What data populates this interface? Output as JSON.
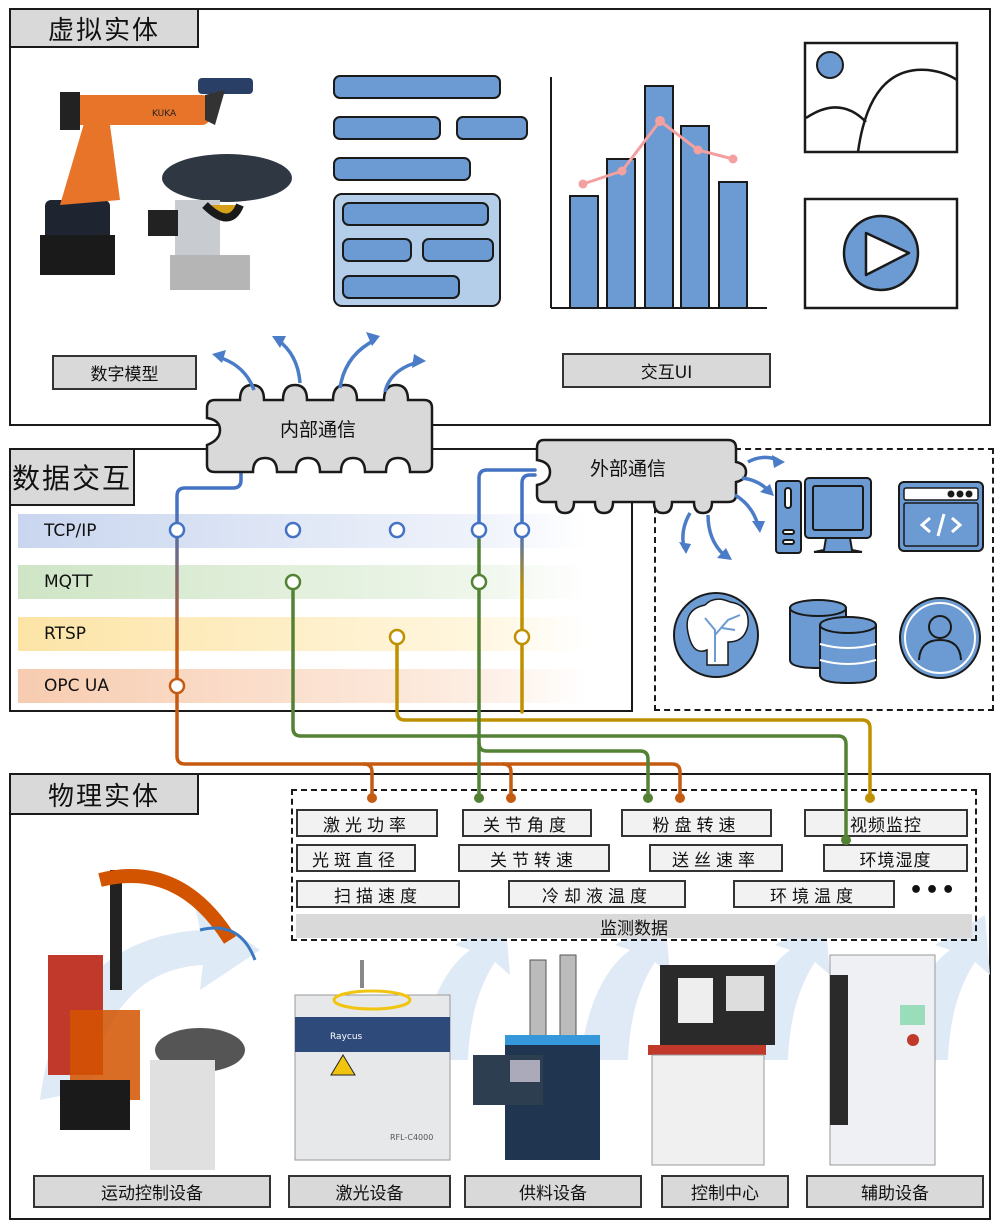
{
  "virtual": {
    "title": "虚拟实体",
    "digital_model_label": "数字模型",
    "ui_label": "交互UI",
    "robot_logo": "KUKA"
  },
  "comm": {
    "internal": "内部通信",
    "external": "外部通信"
  },
  "data_interaction": {
    "title": "数据交互",
    "protocols": [
      {
        "name": "TCP/IP",
        "color": "#4472c4"
      },
      {
        "name": "MQTT",
        "color": "#548235"
      },
      {
        "name": "RTSP",
        "color": "#bf9000"
      },
      {
        "name": "OPC UA",
        "color": "#c55a11"
      }
    ]
  },
  "external_services": [
    "computer-icon",
    "web-code-icon",
    "ai-brain-icon",
    "database-icon",
    "user-icon"
  ],
  "physical": {
    "title": "物理实体",
    "monitoring_title": "监测数据",
    "monitoring_rows": [
      [
        "激光功率",
        "关节角度",
        "粉盘转速",
        "视频监控"
      ],
      [
        "光斑直径",
        "关节转速",
        "送丝速率",
        "环境湿度"
      ],
      [
        "扫描速度",
        "冷却液温度",
        "环境温度"
      ]
    ],
    "more": "•••",
    "devices": [
      "运动控制设备",
      "激光设备",
      "供料设备",
      "控制中心",
      "辅助设备"
    ],
    "laser_brand": "Raycus",
    "laser_model": "RFL-C4000"
  },
  "colors": {
    "icon_blue": "#6b9bd2",
    "arrow_blue": "#4a7cc7",
    "label_gray": "#d9d9d9",
    "tcp": "#4472c4",
    "mqtt": "#548235",
    "rtsp": "#bf9000",
    "opc": "#c55a11",
    "chart_line": "#f4a0a0"
  }
}
